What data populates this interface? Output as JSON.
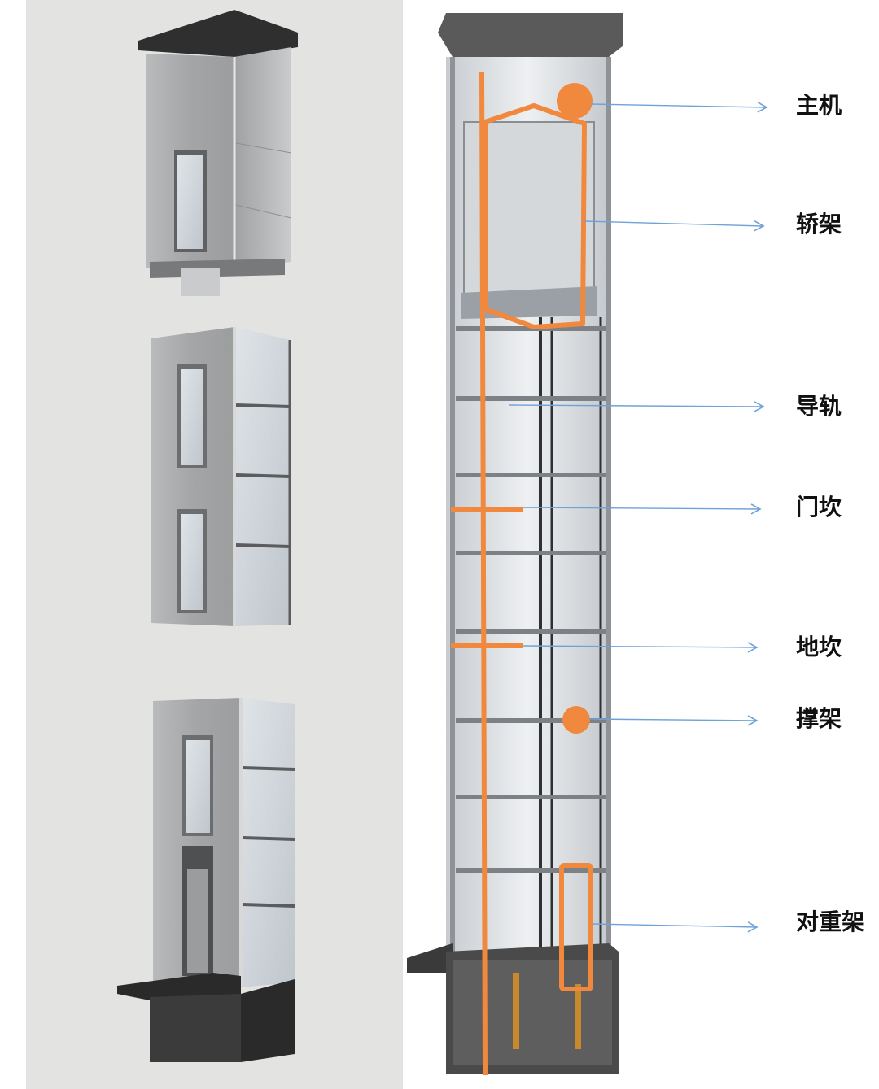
{
  "colors": {
    "highlight": "#f0883e",
    "leader": "#6fa2d8",
    "panel_background": "#e3e3e1",
    "steel": "#a9abad",
    "cap": "#3a3a3a"
  },
  "labels": [
    {
      "id": "main-machine",
      "text": "主机"
    },
    {
      "id": "car-frame",
      "text": "轿架"
    },
    {
      "id": "guide-rail",
      "text": "导轨"
    },
    {
      "id": "door-sill",
      "text": "门坎"
    },
    {
      "id": "floor-sill",
      "text": "地坎"
    },
    {
      "id": "bracket",
      "text": "撑架"
    },
    {
      "id": "counterweight-frame",
      "text": "对重架"
    }
  ]
}
